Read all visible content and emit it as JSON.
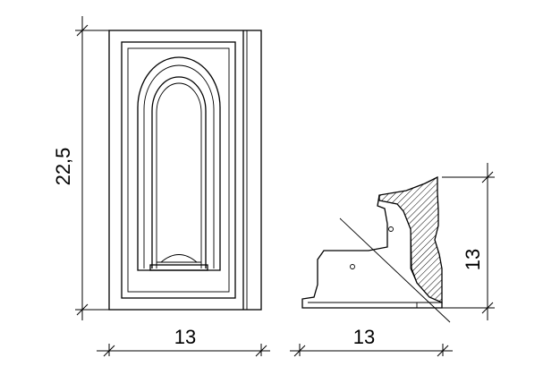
{
  "dimensions": {
    "front_height": "22,5",
    "front_width": "13",
    "section_width": "13",
    "section_height": "13"
  },
  "colors": {
    "line": "#000000",
    "background": "#ffffff"
  }
}
